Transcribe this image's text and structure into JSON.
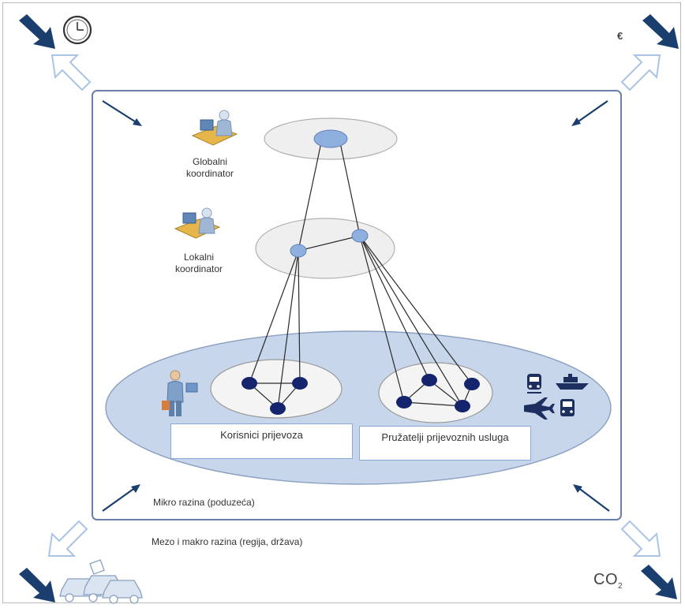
{
  "diagram": {
    "roles": {
      "global_coordinator": "Globalni\nkoordinator",
      "local_coordinator": "Lokalni\nkoordinator"
    },
    "boxes": {
      "transport_users": "Korisnici prijevoza",
      "transport_providers": "Pružatelji prijevoznih usluga"
    },
    "levels": {
      "micro": "Mikro razina (poduzeća)",
      "meso_macro": "Mezo i makro razina (regija, država)"
    },
    "corners": {
      "top_left_icon": "clock-icon",
      "top_right_label": "€",
      "bottom_left_icon": "cars-icon",
      "bottom_right_label": "CO",
      "bottom_right_subscript": "2"
    },
    "mode_icons": [
      "train-icon",
      "ship-icon",
      "plane-icon",
      "bus-icon"
    ],
    "colors": {
      "frame": "#6b7fa8",
      "arrow_dark": "#1a3f6e",
      "arrow_outline": "#a9c4e4",
      "big_ellipse": "#c7d6ea",
      "small_ellipse": "#efefef",
      "coordinator_node": "#8fb0df",
      "enterprise_node": "#14256e"
    }
  }
}
